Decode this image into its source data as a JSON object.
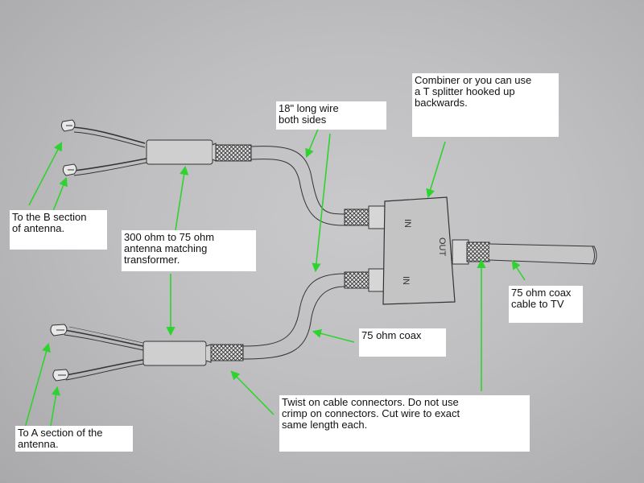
{
  "labels": {
    "b_section": "To the B section\nof antenna.",
    "transformer": "300 ohm to 75 ohm\nantenna matching\ntransformer.",
    "wire_18": "18\" long wire\nboth sides",
    "combiner": "Combiner or you can use\na T splitter hooked up\nbackwards.",
    "coax_tv": "75 ohm coax\ncable to TV",
    "coax_75": "75 ohm coax",
    "twist_on": "Twist on cable connectors.  Do not use\ncrimp on connectors.  Cut wire to exact\n same length each.",
    "a_section": "To A section of the\nantenna."
  },
  "combiner_ports": {
    "in_top": "IN",
    "in_bottom": "IN",
    "out": "OUT"
  },
  "colors": {
    "arrow": "#2fd32f",
    "pencil": "#333333",
    "label_bg": "#ffffff"
  }
}
